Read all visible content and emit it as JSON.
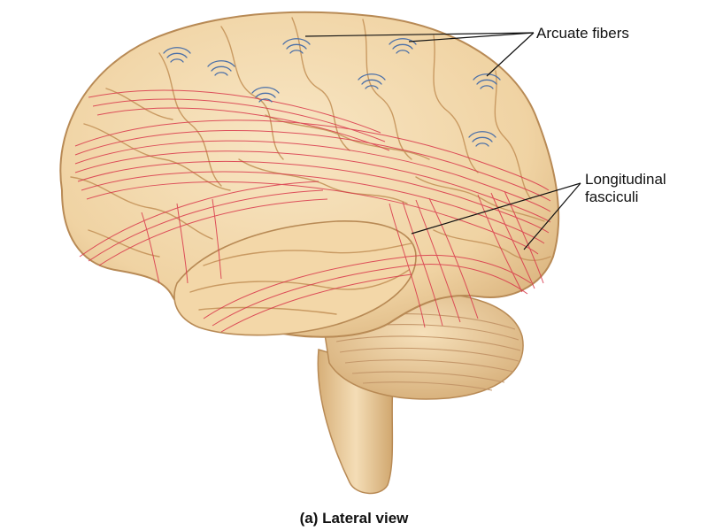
{
  "labels": {
    "arcuate": "Arcuate fibers",
    "longitudinal_line1": "Longitudinal",
    "longitudinal_line2": "fasciculi"
  },
  "caption": "(a) Lateral view",
  "colors": {
    "brain_fill": "#F3D9AE",
    "brain_shadow": "#D9B27C",
    "gyri_outline": "#C99A62",
    "arcuate_fibers": "#4A6FA8",
    "longitudinal_fibers": "#D9364A",
    "leader_lines": "#111111"
  }
}
